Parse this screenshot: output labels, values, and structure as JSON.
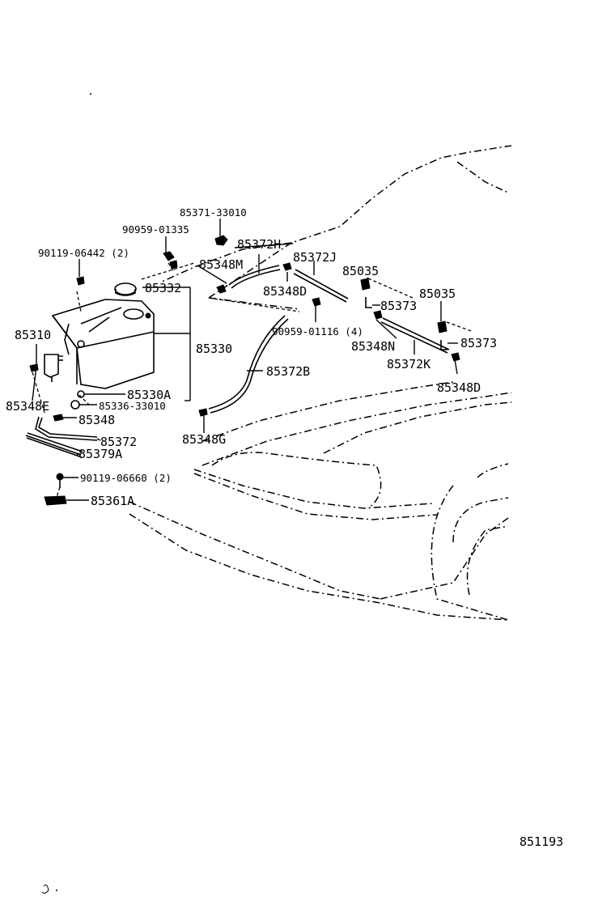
{
  "diagram_id": "851193",
  "parts": {
    "p85371_33010": "85371-33010",
    "p90959_01335": "90959-01335",
    "p90119_06442": "90119-06442 (2)",
    "p85372H": "85372H",
    "p85348M": "85348M",
    "p85372J": "85372J",
    "p85035_a": "85035",
    "p85348D_a": "85348D",
    "p85373_a": "85373",
    "p85035_b": "85035",
    "p90959_01116": "90959-01116 (4)",
    "p85373_b": "85373",
    "p85348N": "85348N",
    "p85372K": "85372K",
    "p85348D_b": "85348D",
    "p85332": "85332",
    "p85310": "85310",
    "p85330": "85330",
    "p85372B": "85372B",
    "p85330A": "85330A",
    "p85348E": "85348E",
    "p85336_33010": "85336-33010",
    "p85348": "85348",
    "p85372": "85372",
    "p85348G": "85348G",
    "p85379A": "85379A",
    "p90119_06660": "90119-06660 (2)",
    "p85361A": "85361A"
  }
}
